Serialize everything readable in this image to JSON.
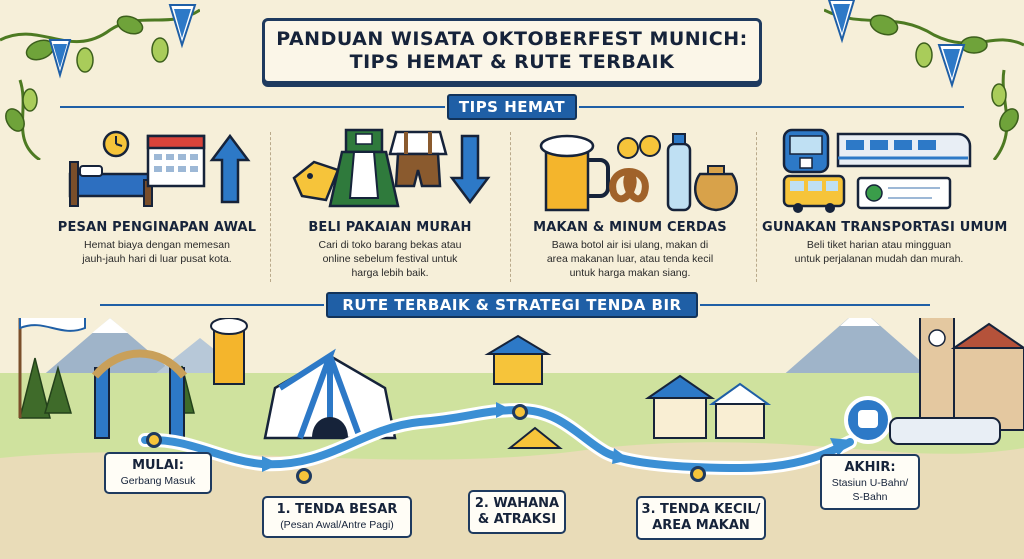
{
  "title": {
    "line1": "PANDUAN WISATA OKTOBERFEST MUNICH:",
    "line2": "TIPS HEMAT & RUTE TERBAIK"
  },
  "tips_section": {
    "heading": "TIPS HEMAT",
    "items": [
      {
        "title": "PESAN PENGINAPAN AWAL",
        "desc_lines": [
          "Hemat biaya dengan memesan",
          "jauh-jauh hari di luar pusat kota."
        ],
        "icons": [
          "bed-icon",
          "clock-icon",
          "calendar-icon",
          "arrow-up-icon"
        ]
      },
      {
        "title": "BELI PAKAIAN MURAH",
        "desc_lines": [
          "Cari di toko barang bekas atau",
          "online sebelum festival untuk",
          "harga lebih baik."
        ],
        "icons": [
          "price-tag-icon",
          "dirndl-icon",
          "lederhosen-icon",
          "arrow-down-icon"
        ]
      },
      {
        "title": "MAKAN & MINUM CERDAS",
        "desc_lines": [
          "Bawa botol air isi ulang, makan di",
          "area makanan luar, atau tenda kecil",
          "untuk harga makan siang."
        ],
        "icons": [
          "beer-mug-icon",
          "coins-icon",
          "pretzel-icon",
          "water-bottle-icon",
          "money-bag-icon"
        ]
      },
      {
        "title": "GUNAKAN TRANSPORTASI UMUM",
        "desc_lines": [
          "Beli tiket harian atau mingguan",
          "untuk perjalanan mudah dan murah."
        ],
        "icons": [
          "train-icon",
          "ubahn-icon",
          "bus-icon",
          "sbahn-ticket-icon"
        ]
      }
    ]
  },
  "route_section": {
    "heading": "RUTE TERBAIK & STRATEGI TENDA BIR",
    "stops": [
      {
        "main": "MULAI:",
        "sub": "Gerbang Masuk"
      },
      {
        "main": "1. TENDA BESAR",
        "sub": "(Pesan Awal/Antre Pagi)"
      },
      {
        "main": "2. WAHANA",
        "main2": "& ATRAKSI"
      },
      {
        "main": "3. TENDA KECIL/",
        "main2": "AREA MAKAN"
      },
      {
        "main": "AKHIR:",
        "sub": "Stasiun U-Bahn/",
        "sub2": "S-Bahn"
      }
    ]
  },
  "colors": {
    "background": "#f6efd9",
    "navy": "#1e3a5f",
    "bavarian_blue": "#1f5fa6",
    "route_arrow": "#3b8fd4",
    "accent_yellow": "#f6c43a",
    "hop_green": "#5b8a2e"
  }
}
